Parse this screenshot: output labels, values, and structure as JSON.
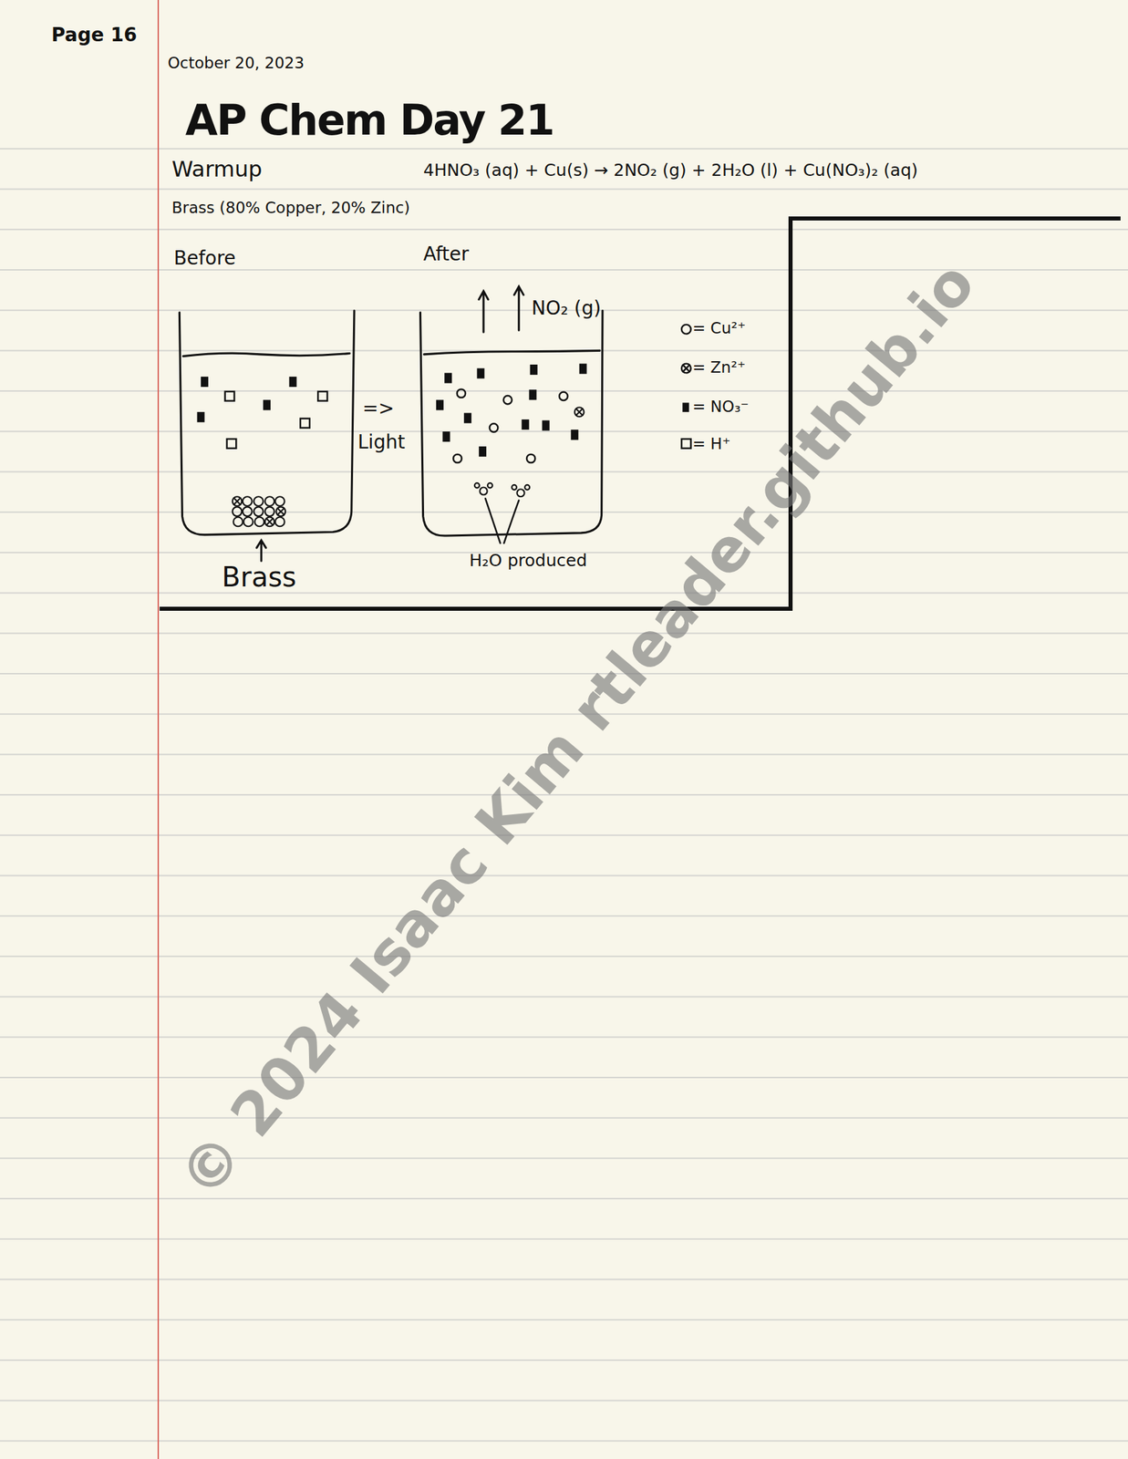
{
  "diagram": {
    "title": "AP Chem Day 21",
    "labels": [
      "Page 16",
      "October 20, 2023",
      "Warmup",
      "4HNO₃ (aq) + Cu(s) → 2NO₂ (g) + 2H₂O (l) + Cu(NO₃)₂ (aq)",
      "Brass (80% Copper, 20% Zinc)",
      "Before",
      "After",
      "=>",
      "Light",
      "NO₂ (g)",
      "Brass",
      "H₂O produced",
      "© 2024 Isaac Kim rtleader.github.io"
    ],
    "legend": [
      {
        "text": "= Cu²⁺"
      },
      {
        "text": "= Zn²⁺"
      },
      {
        "text": "= NO₃⁻"
      },
      {
        "text": "= H⁺"
      }
    ]
  }
}
